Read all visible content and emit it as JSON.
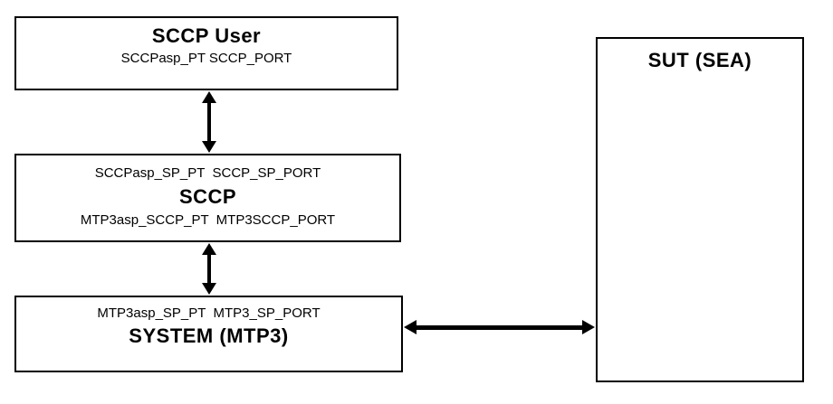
{
  "colors": {
    "background": "#ffffff",
    "line": "#000000",
    "text": "#000000"
  },
  "boxes": {
    "sccp_user": {
      "title": "SCCP User",
      "ports": "SCCPasp_PT SCCP_PORT"
    },
    "sccp": {
      "top_ports": "SCCPasp_SP_PT  SCCP_SP_PORT",
      "title": "SCCP",
      "bottom_ports": "MTP3asp_SCCP_PT  MTP3SCCP_PORT"
    },
    "system_mtp3": {
      "top_ports": "MTP3asp_SP_PT  MTP3_SP_PORT",
      "title": "SYSTEM (MTP3)"
    },
    "sut": {
      "title": "SUT (SEA)"
    }
  },
  "connections": [
    {
      "from": "sccp_user",
      "to": "sccp",
      "style": "double-headed-arrow",
      "orientation": "vertical"
    },
    {
      "from": "sccp",
      "to": "system_mtp3",
      "style": "double-headed-arrow",
      "orientation": "vertical"
    },
    {
      "from": "system_mtp3",
      "to": "sut",
      "style": "double-headed-arrow",
      "orientation": "horizontal"
    }
  ]
}
